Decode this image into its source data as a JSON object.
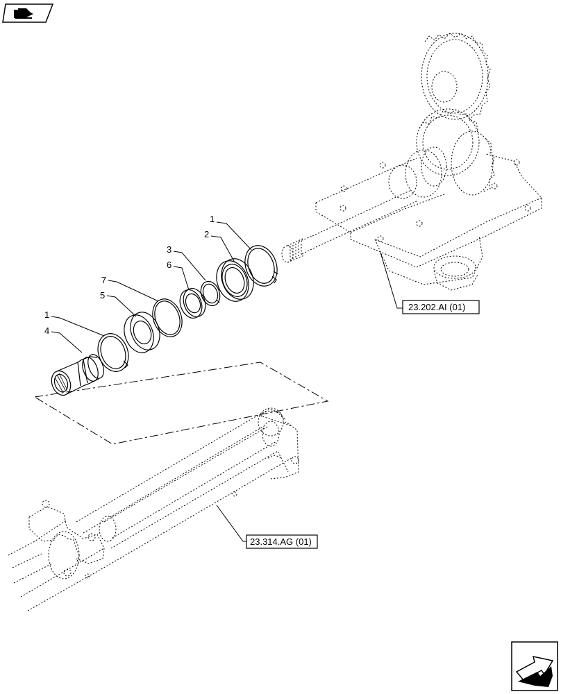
{
  "callouts": [
    {
      "id": "c1a",
      "label": "1"
    },
    {
      "id": "c2",
      "label": "2"
    },
    {
      "id": "c3",
      "label": "3"
    },
    {
      "id": "c6",
      "label": "6"
    },
    {
      "id": "c7",
      "label": "7"
    },
    {
      "id": "c5",
      "label": "5"
    },
    {
      "id": "c1b",
      "label": "1"
    },
    {
      "id": "c4",
      "label": "4"
    }
  ],
  "references": {
    "transmission_ref": "23.202.AI (01)",
    "axle_ref": "23.314.AG (01)"
  },
  "icons": {
    "top_left": "book-arrow-icon",
    "bottom_right": "next-page-arrow-icon"
  }
}
